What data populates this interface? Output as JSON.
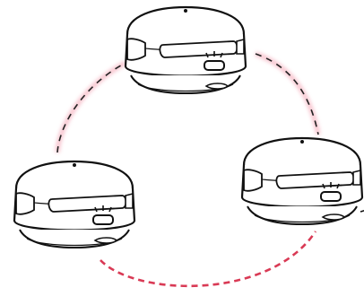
{
  "diagram": {
    "kind": "mesh-network-illustration",
    "device_count": 3,
    "devices": [
      {
        "id": "node-top",
        "indicator": "blinking"
      },
      {
        "id": "node-left",
        "indicator": "blinking"
      },
      {
        "id": "node-right",
        "indicator": "blinking"
      }
    ],
    "links": [
      {
        "from": "node-top",
        "to": "node-left",
        "style": "dashed",
        "highlight": "pink-glow"
      },
      {
        "from": "node-top",
        "to": "node-right",
        "style": "dashed",
        "highlight": "pink-glow"
      },
      {
        "from": "node-left",
        "to": "node-right",
        "style": "dashed",
        "highlight": "red"
      }
    ],
    "colors": {
      "line": "#111111",
      "dash_link": "#222222",
      "highlight_red": "#d93a55",
      "highlight_pink": "#f4a9b8",
      "background": "#ffffff"
    }
  }
}
